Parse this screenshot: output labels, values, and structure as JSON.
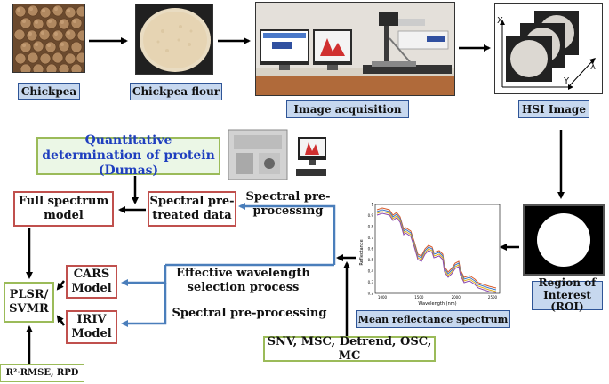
{
  "top_row": {
    "chickpea_label": "Chickpea",
    "flour_label": "Chickpea flour",
    "acquisition_label": "Image acquisition",
    "hsi_label": "HSI Image"
  },
  "hsi_axes": {
    "x": "X",
    "y": "Y",
    "lambda": "λ"
  },
  "roi_label": "Region of Interest (ROI)",
  "dumas_label": "Quantitative determination of protein (Dumas)",
  "full_model_label": "Full spectrum model",
  "spectral_treated_label": "Spectral pre-treated data",
  "spectral_preprocessing_right": "Spectral pre-processing",
  "effective_wavelength_label": "Effective wavelength selection process",
  "spectral_preprocessing_mid": "Spectral pre-processing",
  "cars_label": "CARS Model",
  "iriv_label": "IRIV Model",
  "plsr_label": "PLSR/ SVMR",
  "metrics_label": "R²·RMSE, RPD",
  "preproc_methods": "SNV, MSC, Detrend, OSC, MC",
  "mean_reflectance_label": "Mean reflectance spectrum",
  "spectrum_plot": {
    "ylabel": "Reflectance",
    "xlabel": "Wavelength (nm)",
    "x_ticks": [
      "1000",
      "1500",
      "2000",
      "2500"
    ],
    "y_ticks": [
      "1",
      "0.9",
      "0.8",
      "0.7",
      "0.6",
      "0.5",
      "0.4",
      "0.3",
      "0.2"
    ]
  },
  "colors": {
    "label_fill": "#c7d8ef",
    "label_border": "#2f5597",
    "red_border": "#c0504d",
    "green_border": "#9bbb59",
    "flow_arrow": "#4a7ebb"
  }
}
